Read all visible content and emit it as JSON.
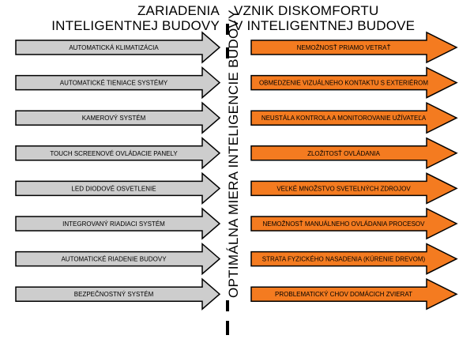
{
  "left_header": {
    "line1": "ZARIADENIA",
    "line2": "INTELIGENTNEJ BUDOVY"
  },
  "right_header": {
    "line1": "VZNIK DISKOMFORTU",
    "line2": "V INTELIGENTNEJ BUDOVE"
  },
  "center_label": "OPTIMÁLNA MIERA INTELIGENCIE BUDOVY",
  "colors": {
    "left_fill": "#cdcdcd",
    "right_fill": "#f47b20",
    "stroke": "#000000"
  },
  "rows": [
    {
      "left": "AUTOMATICKÁ KLIMATIZÁCIA",
      "right": "NEMOŽNOSŤ PRIAMO VETRAŤ"
    },
    {
      "left": "AUTOMATICKÉ TIENIACE SYSTÉMY",
      "right": "OBMEDZENIE VIZUÁLNEHO KONTAKTU S EXTERIÉROM"
    },
    {
      "left": "KAMEROVÝ SYSTÉM",
      "right": "NEUSTÁLA KONTROLA A MONITOROVANIE UŽÍVATEĽA"
    },
    {
      "left": "TOUCH SCREENOVÉ OVLÁDACIE PANELY",
      "right": "ZLOŽITOSŤ OVLÁDANIA"
    },
    {
      "left": "LED DIODOVÉ OSVETLENIE",
      "right": "VEĽKÉ MNOŽSTVO SVETELNÝCH ZDROJOV"
    },
    {
      "left": "INTEGROVANÝ RIADIACI SYSTÉM",
      "right": "NEMOŽNOSŤ MANUÁLNEHO OVLÁDANIA PROCESOV"
    },
    {
      "left": "AUTOMATICKÉ RIADENIE BUDOVY",
      "right": "STRATA FYZICKÉHO NASADENIA (KÚRENIE DREVOM)"
    },
    {
      "left": "BEZPEČNOSTNÝ SYSTÉM",
      "right": "PROBLEMATICKÝ CHOV DOMÁCICH ZVIERAT"
    }
  ]
}
